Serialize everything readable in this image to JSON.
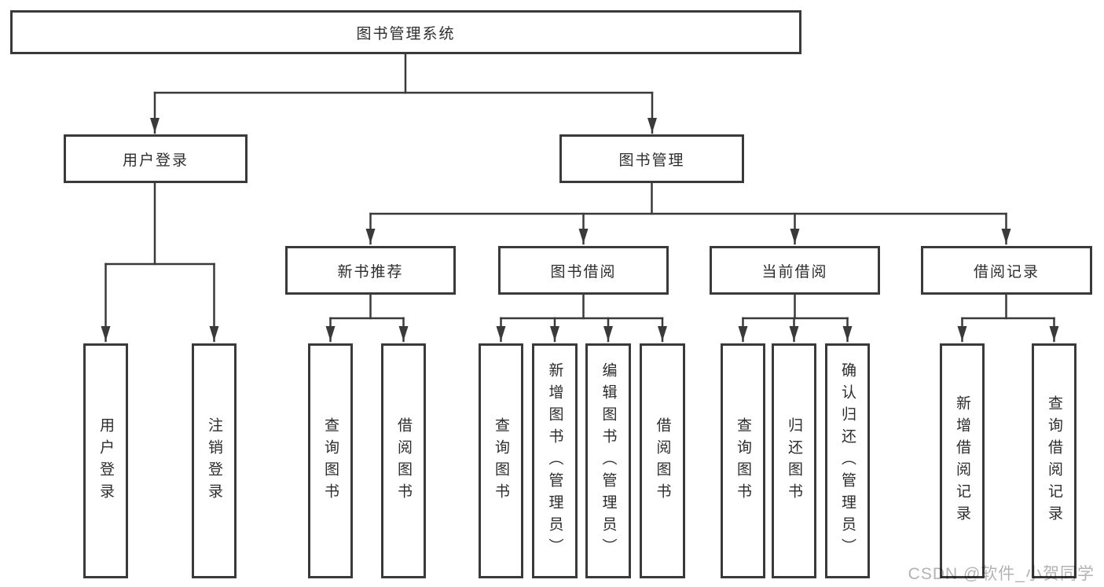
{
  "colors": {
    "line": "#3a3a3a",
    "box_border": "#3a3a3a",
    "text": "#2d2d2d",
    "watermark": "#b3b3b3",
    "background": "#ffffff"
  },
  "tree": {
    "root": {
      "label": "图书管理系统"
    },
    "branches": [
      {
        "label": "用户登录",
        "children": [
          {
            "label": "用户登录"
          },
          {
            "label": "注销登录"
          }
        ]
      },
      {
        "label": "图书管理",
        "children": [
          {
            "label": "新书推荐",
            "children": [
              {
                "label": "查询图书"
              },
              {
                "label": "借阅图书"
              }
            ]
          },
          {
            "label": "图书借阅",
            "children": [
              {
                "label": "查询图书"
              },
              {
                "label": "新增图书（管理员）"
              },
              {
                "label": "编辑图书（管理员）"
              },
              {
                "label": "借阅图书"
              }
            ]
          },
          {
            "label": "当前借阅",
            "children": [
              {
                "label": "查询图书"
              },
              {
                "label": "归还图书"
              },
              {
                "label": "确认归还（管理员）"
              }
            ]
          },
          {
            "label": "借阅记录",
            "children": [
              {
                "label": "新增借阅记录"
              },
              {
                "label": "查询借阅记录"
              }
            ]
          }
        ]
      }
    ]
  },
  "watermark": {
    "text": "CSDN @软件_小贺同学"
  }
}
